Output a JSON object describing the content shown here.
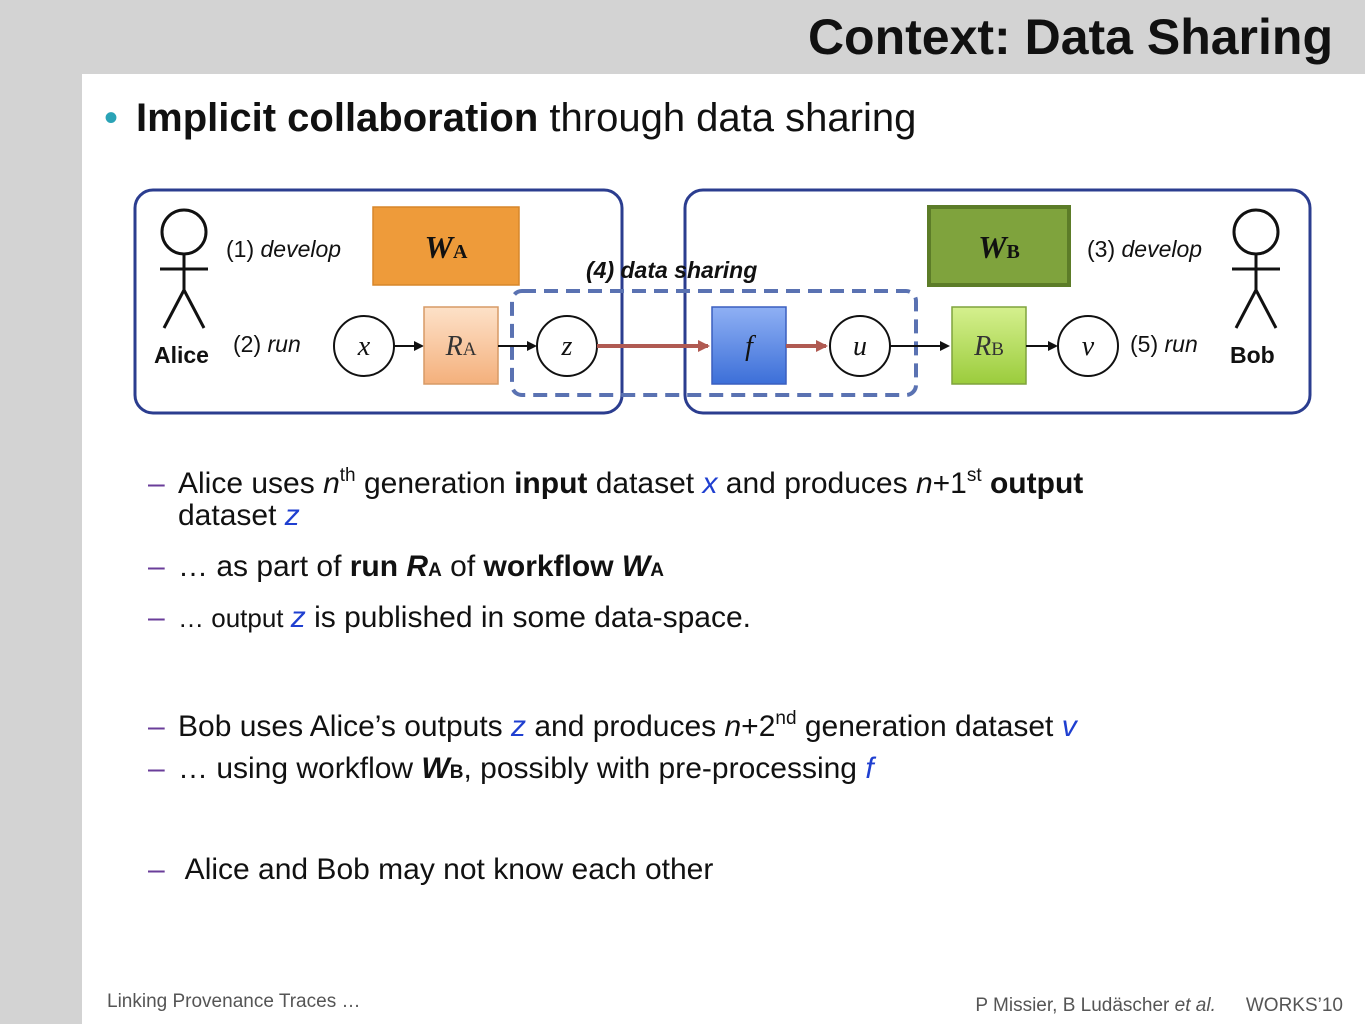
{
  "slide": {
    "title": "Context: Data Sharing",
    "bullet": {
      "bold": "Implicit collaboration",
      "rest": " through data sharing"
    }
  },
  "diagram": {
    "alice_label": "Alice",
    "bob_label": "Bob",
    "step1": "(1)",
    "step1_verb": "develop",
    "step2": "(2)",
    "step2_verb": "run",
    "step3": "(3)",
    "step3_verb": "develop",
    "step4": "(4) data sharing",
    "step5": "(5)",
    "step5_verb": "run",
    "wa": "W",
    "wa_sub": "A",
    "wb": "W",
    "wb_sub": "B",
    "ra": "R",
    "ra_sub": "A",
    "rb": "R",
    "rb_sub": "B",
    "x": "x",
    "z": "z",
    "f": "f",
    "u": "u",
    "v": "v",
    "colors": {
      "frame": "#2b3d8f",
      "wa_fill": "#ee9b3a",
      "wb_fill": "#7fa33d",
      "ra_fill": "#f8c8a0",
      "rb_fill": "#b5dc60",
      "f_fill": "#5e8ae8",
      "dashed": "#5a72b2",
      "share_arrow": "#b05a52"
    }
  },
  "subs": {
    "s1": {
      "a": "Alice uses ",
      "n": "n",
      "th": "th",
      "b": " generation ",
      "input": "input",
      "c": " dataset ",
      "x": "x",
      "d": " and produces ",
      "n2": "n",
      "e": "+1",
      "st": "st",
      "output": "output",
      "line2_a": "dataset ",
      "z": "z"
    },
    "s2": {
      "a": "… as part of ",
      "run": "run ",
      "R": "R",
      "RA": "A",
      "of": " of ",
      "wf": "workflow ",
      "W": "W",
      "WA": "A"
    },
    "s3": {
      "a": "… ",
      "output": "output ",
      "z": "z",
      "b": " is published in some data-space."
    },
    "s4": {
      "a": "Bob uses Alice’s outputs ",
      "z": "z",
      "b": " and produces ",
      "n": "n",
      "c": "+2",
      "nd": "nd",
      "d": " generation dataset ",
      "v": "v"
    },
    "s5": {
      "a": "… using workflow ",
      "W": "W",
      "WB": "B",
      "b": ", possibly with pre-processing ",
      "f": "f"
    },
    "s6": {
      "a": " Alice and Bob may not know each other"
    },
    "dash": "–"
  },
  "footer": {
    "left": "Linking Provenance Traces …",
    "authors": "P Missier, B Ludäscher ",
    "etal": "et al.",
    "conf": "WORKS’10"
  }
}
